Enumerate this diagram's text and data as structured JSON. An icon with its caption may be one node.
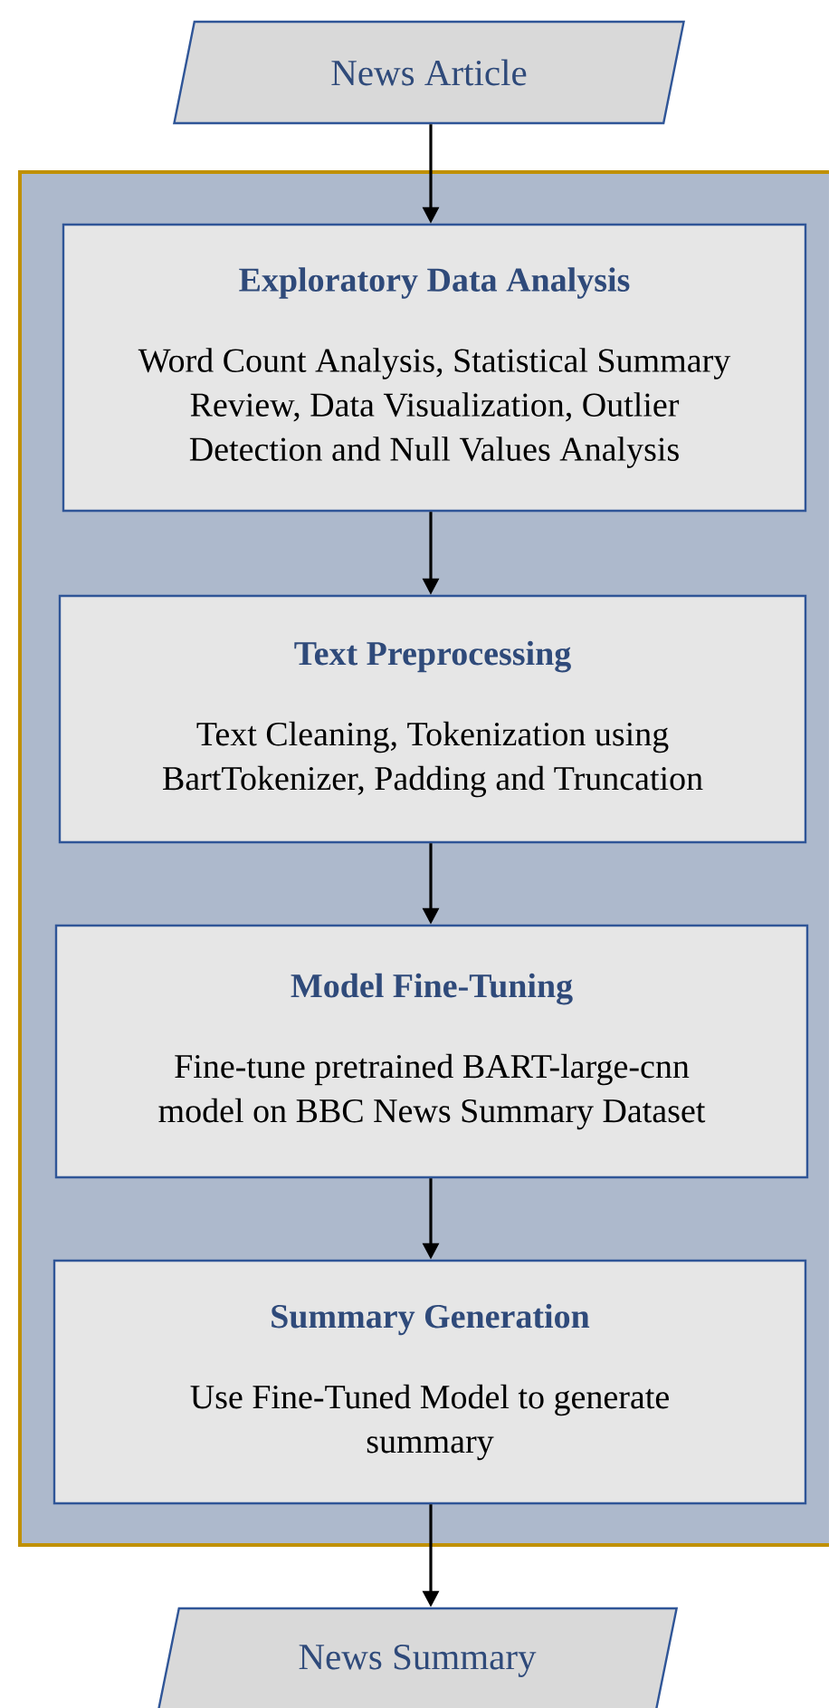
{
  "diagram": {
    "nodes": [
      {
        "text": [
          "News Article"
        ]
      },
      {
        "text": [],
        "shape": "box"
      },
      {
        "text": [
          "Exploratory Data Analysis",
          "Word Count Analysis, Statistical Summary Review, Data Visualization, Outlier Detection and Null Values Analysis"
        ],
        "in": 1
      },
      {
        "text": [
          "Text Preprocessing",
          "Text Cleaning, Tokenization using BartTokenizer, Padding and Truncation"
        ],
        "in": 1
      },
      {
        "text": [
          "Model Fine-Tuning",
          "Fine-tune pretrained BART-large-cnn model on BBC News Summary Dataset"
        ],
        "in": 1
      },
      {
        "text": [
          "Summary Generation",
          "Use Fine-Tuned Model to generate summary"
        ],
        "in": 1
      },
      {
        "text": [
          "News Summary"
        ]
      }
    ],
    "edges": [
      {
        "from": 0,
        "to": 2,
        "arrow": "to"
      },
      {
        "from": 2,
        "to": 3,
        "arrow": "to"
      },
      {
        "from": 3,
        "to": 4,
        "arrow": "to"
      },
      {
        "from": 4,
        "to": 5,
        "arrow": "to"
      },
      {
        "from": 5,
        "to": 6,
        "arrow": "to"
      }
    ]
  }
}
